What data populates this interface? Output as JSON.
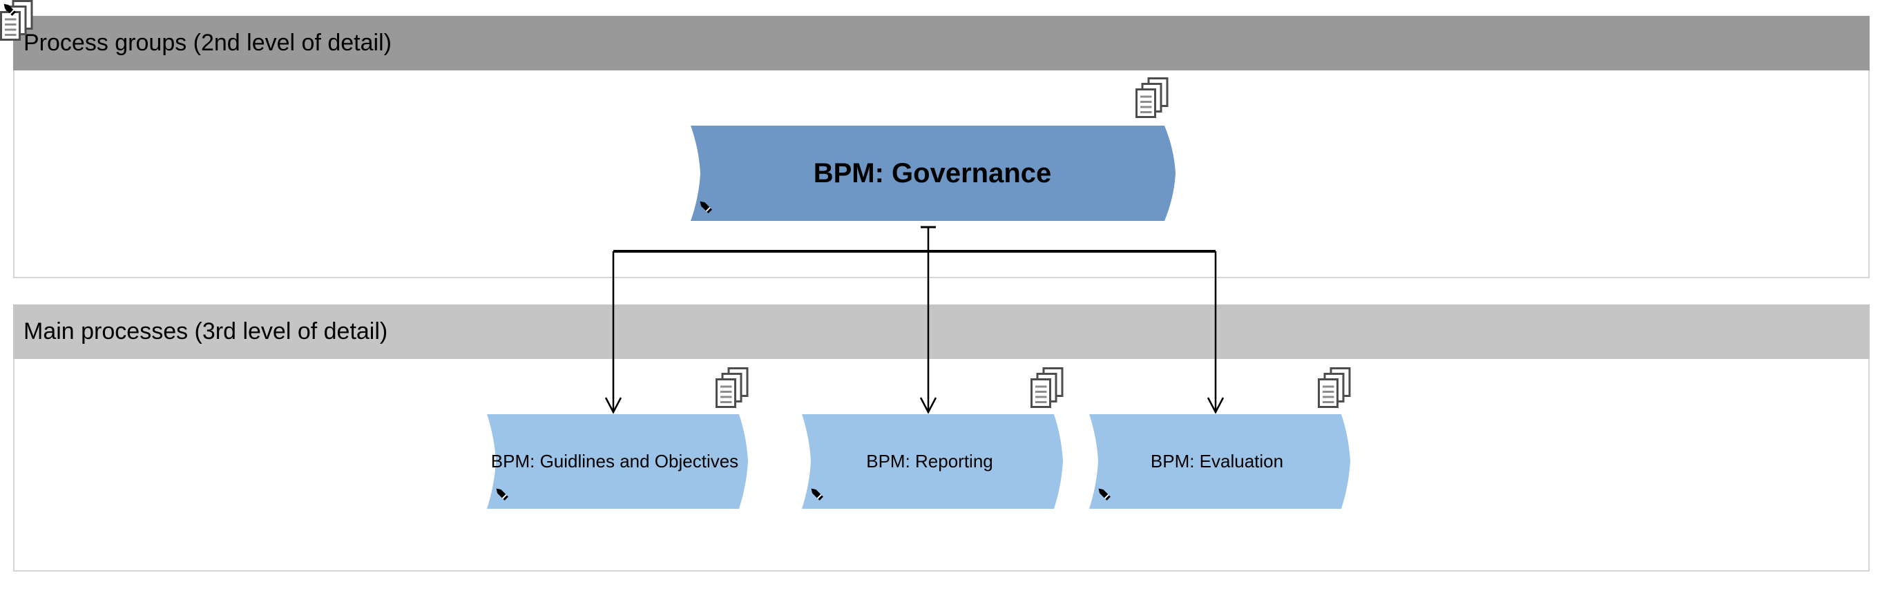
{
  "lanes": {
    "process_groups": {
      "title": "Process groups (2nd level of detail)",
      "header_color": "#999999"
    },
    "main_processes": {
      "title": "Main processes (3rd level of detail)",
      "header_color": "#c5c5c5"
    }
  },
  "nodes": {
    "governance": {
      "label": "BPM: Governance",
      "fill": "#6e97c6",
      "lane": "process_groups",
      "badges": [
        "documents-icon",
        "pencil-icon"
      ]
    },
    "guidelines": {
      "label": "BPM: Guidlines and Objectives",
      "fill": "#9cc3e8",
      "lane": "main_processes",
      "badges": [
        "documents-icon",
        "pencil-icon"
      ]
    },
    "reporting": {
      "label": "BPM: Reporting",
      "fill": "#9cc3e8",
      "lane": "main_processes",
      "badges": [
        "documents-icon",
        "pencil-icon"
      ]
    },
    "evaluation": {
      "label": "BPM: Evaluation",
      "fill": "#9cc3e8",
      "lane": "main_processes",
      "badges": [
        "documents-icon",
        "pencil-icon"
      ]
    }
  },
  "edges": [
    {
      "from": "governance",
      "to": "guidelines"
    },
    {
      "from": "governance",
      "to": "reporting"
    },
    {
      "from": "governance",
      "to": "evaluation"
    }
  ],
  "colors": {
    "connector": "#000000",
    "lane_border": "#d5d5d5",
    "icon_stroke": "#4d4d4d",
    "icon_lines": "#8c8c8c",
    "label_text": "#000000"
  }
}
